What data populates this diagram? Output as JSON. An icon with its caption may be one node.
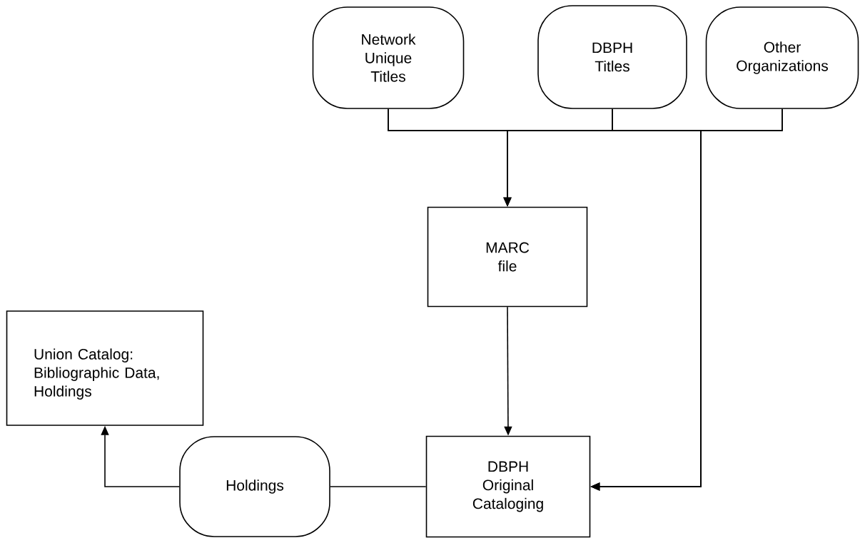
{
  "diagram": {
    "nodes": [
      {
        "text": [
          "Network Unique Titles"
        ]
      },
      {
        "text": [
          "DBPH Titles"
        ]
      },
      {
        "text": [
          "Other Organizations"
        ]
      },
      {
        "text": [
          "MARC file"
        ]
      },
      {
        "text": [
          "Union Catalog: Bibliographic Data, Holdings"
        ]
      },
      {
        "text": [
          "Holdings"
        ]
      },
      {
        "text": [
          "DBPH Original Cataloging"
        ]
      }
    ],
    "edges": [
      {
        "from": 0,
        "to": 3,
        "arrow": "to"
      },
      {
        "from": 1,
        "to": 3,
        "arrow": "to"
      },
      {
        "from": 2,
        "to": 3,
        "arrow": "to"
      },
      {
        "from": 0,
        "to": 6,
        "arrow": "to"
      },
      {
        "from": 1,
        "to": 6,
        "arrow": "to"
      },
      {
        "from": 2,
        "to": 6,
        "arrow": "to"
      },
      {
        "from": 3,
        "to": 6,
        "arrow": "to"
      },
      {
        "from": 6,
        "to": 5,
        "arrow": "none"
      },
      {
        "from": 5,
        "to": 4,
        "arrow": "to"
      }
    ]
  }
}
